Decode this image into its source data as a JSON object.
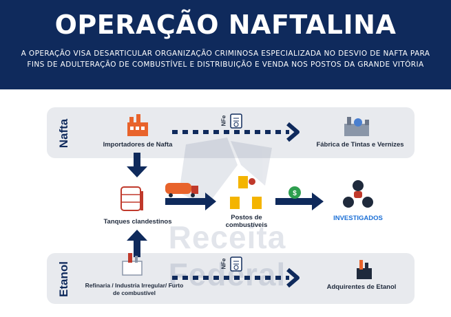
{
  "header": {
    "title": "OPERAÇÃO NAFTALINA",
    "subtitle": "A OPERAÇÃO VISA DESARTICULAR ORGANIZAÇÃO CRIMINOSA ESPECIALIZADA NO DESVIO DE NAFTA PARA FINS DE ADULTERAÇÃO DE COMBUSTÍVEL E DISTRIBUIÇÃO E VENDA NOS POSTOS DA GRANDE VITÓRIA"
  },
  "bands": {
    "nafta": "Nafta",
    "etanol": "Etanol"
  },
  "nodes": {
    "importadores": "Importadores de Nafta",
    "fabrica": "Fábrica de Tintas e Vernizes",
    "tanques": "Tanques clandestinos",
    "postos": "Postos de combustíveis",
    "investigados": "INVESTIGADOS",
    "refinaria": "Refinaria / Industria Irregular/ Furto de combustível",
    "adquirentes": "Adquirentes de Etanol"
  },
  "nfe_label": "NFe",
  "watermark": "Receita Federal",
  "colors": {
    "header_bg": "#0f2a5c",
    "arrow": "#0f2a5c",
    "band_bg": "#e8eaee",
    "accent_orange": "#e8632b",
    "investigados": "#1b6fd6"
  }
}
